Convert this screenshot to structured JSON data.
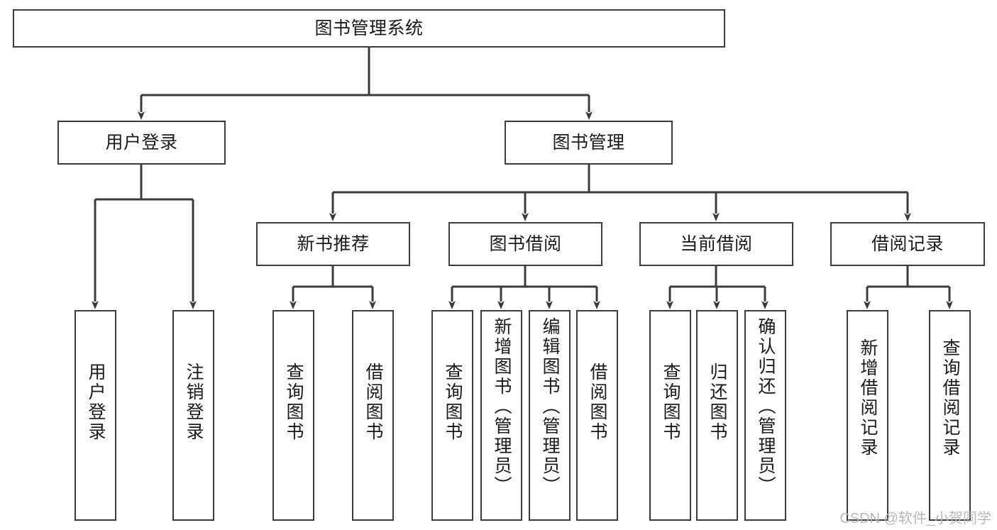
{
  "diagram": {
    "type": "tree-hierarchy",
    "title": "图书管理系统",
    "root": {
      "id": "root",
      "label": "图书管理系统"
    },
    "level2": [
      {
        "id": "user-login",
        "label": "用户登录"
      },
      {
        "id": "book-manage",
        "label": "图书管理"
      }
    ],
    "level3": [
      {
        "id": "new-book-recommend",
        "label": "新书推荐",
        "parent": "book-manage"
      },
      {
        "id": "book-borrow",
        "label": "图书借阅",
        "parent": "book-manage"
      },
      {
        "id": "current-borrow",
        "label": "当前借阅",
        "parent": "book-manage"
      },
      {
        "id": "borrow-record",
        "label": "借阅记录",
        "parent": "book-manage"
      }
    ],
    "leaves": [
      {
        "id": "leaf-user-login",
        "label": "用户登录",
        "parent": "user-login"
      },
      {
        "id": "leaf-user-logout",
        "label": "注销登录",
        "parent": "user-login"
      },
      {
        "id": "leaf-query-book-1",
        "label": "查询图书",
        "parent": "new-book-recommend"
      },
      {
        "id": "leaf-borrow-book-1",
        "label": "借阅图书",
        "parent": "new-book-recommend"
      },
      {
        "id": "leaf-query-book-2",
        "label": "查询图书",
        "parent": "book-borrow"
      },
      {
        "id": "leaf-add-book",
        "label": "新增图书（管理员）",
        "parent": "book-borrow"
      },
      {
        "id": "leaf-edit-book",
        "label": "编辑图书（管理员）",
        "parent": "book-borrow"
      },
      {
        "id": "leaf-borrow-book-2",
        "label": "借阅图书",
        "parent": "book-borrow"
      },
      {
        "id": "leaf-query-book-3",
        "label": "查询图书",
        "parent": "current-borrow"
      },
      {
        "id": "leaf-return-book",
        "label": "归还图书",
        "parent": "current-borrow"
      },
      {
        "id": "leaf-confirm-return",
        "label": "确认归还（管理员）",
        "parent": "current-borrow"
      },
      {
        "id": "leaf-add-record",
        "label": "新增借阅记录",
        "parent": "borrow-record"
      },
      {
        "id": "leaf-query-record",
        "label": "查询借阅记录",
        "parent": "borrow-record"
      }
    ],
    "colors": {
      "stroke": "#3b3b3b",
      "background": "#ffffff",
      "text": "#1a1a1a",
      "watermark": "#b8b8b8"
    }
  },
  "watermark": {
    "text": "CSDN @软件_小贺同学"
  }
}
